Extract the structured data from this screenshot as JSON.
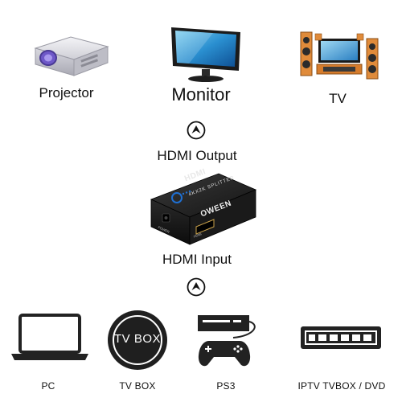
{
  "outputs": {
    "projector": {
      "label": "Projector",
      "icon": "projector-icon"
    },
    "monitor": {
      "label": "Monitor",
      "icon": "monitor-icon"
    },
    "tv": {
      "label": "TV",
      "icon": "home-theater-tv-icon"
    }
  },
  "output_label": "HDMI Output",
  "input_label": "HDMI Input",
  "device": {
    "logo": "HDMI",
    "model": "4KX2K SPLITTER",
    "brand": "OWEEN",
    "port_label": "HDMI",
    "power_label": "POWER"
  },
  "inputs": {
    "pc": {
      "label": "PC",
      "icon": "laptop-icon"
    },
    "tvbox": {
      "label": "TV BOX",
      "badge": "TV BOX",
      "icon": "tv-box-icon"
    },
    "ps3": {
      "label": "PS3",
      "icon": "ps3-console-icon"
    },
    "iptv": {
      "label": "IPTV TVBOX / DVD",
      "icon": "dvd-player-icon"
    }
  },
  "colors": {
    "device_body": "#1c1c1c",
    "accent_blue": "#1f6fd1",
    "icon_gray": "#222222"
  }
}
